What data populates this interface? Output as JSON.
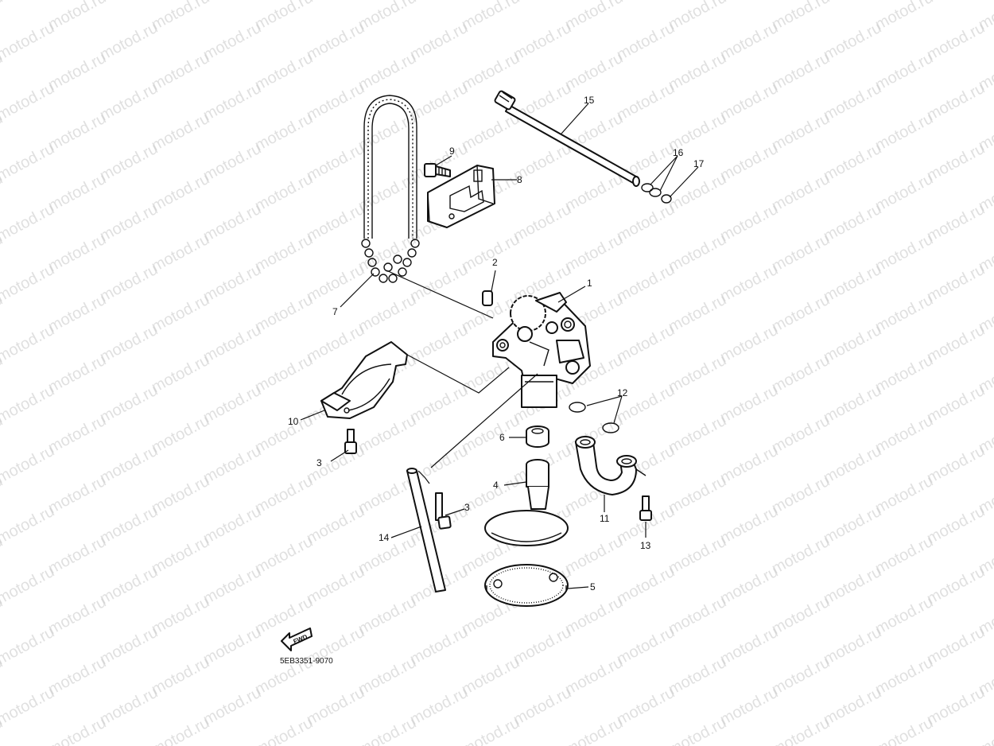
{
  "watermark": {
    "text": "motod.ru"
  },
  "diagram_code": "5EB3351-9070",
  "fwd_label": "FWD",
  "callouts": [
    {
      "id": "1",
      "label": "1"
    },
    {
      "id": "2",
      "label": "2"
    },
    {
      "id": "3a",
      "label": "3"
    },
    {
      "id": "3b",
      "label": "3"
    },
    {
      "id": "4",
      "label": "4"
    },
    {
      "id": "5",
      "label": "5"
    },
    {
      "id": "6",
      "label": "6"
    },
    {
      "id": "7",
      "label": "7"
    },
    {
      "id": "8",
      "label": "8"
    },
    {
      "id": "9",
      "label": "9"
    },
    {
      "id": "10",
      "label": "10"
    },
    {
      "id": "11",
      "label": "11"
    },
    {
      "id": "12",
      "label": "12"
    },
    {
      "id": "13",
      "label": "13"
    },
    {
      "id": "14",
      "label": "14"
    },
    {
      "id": "15",
      "label": "15"
    },
    {
      "id": "16",
      "label": "16"
    },
    {
      "id": "17",
      "label": "17"
    }
  ]
}
